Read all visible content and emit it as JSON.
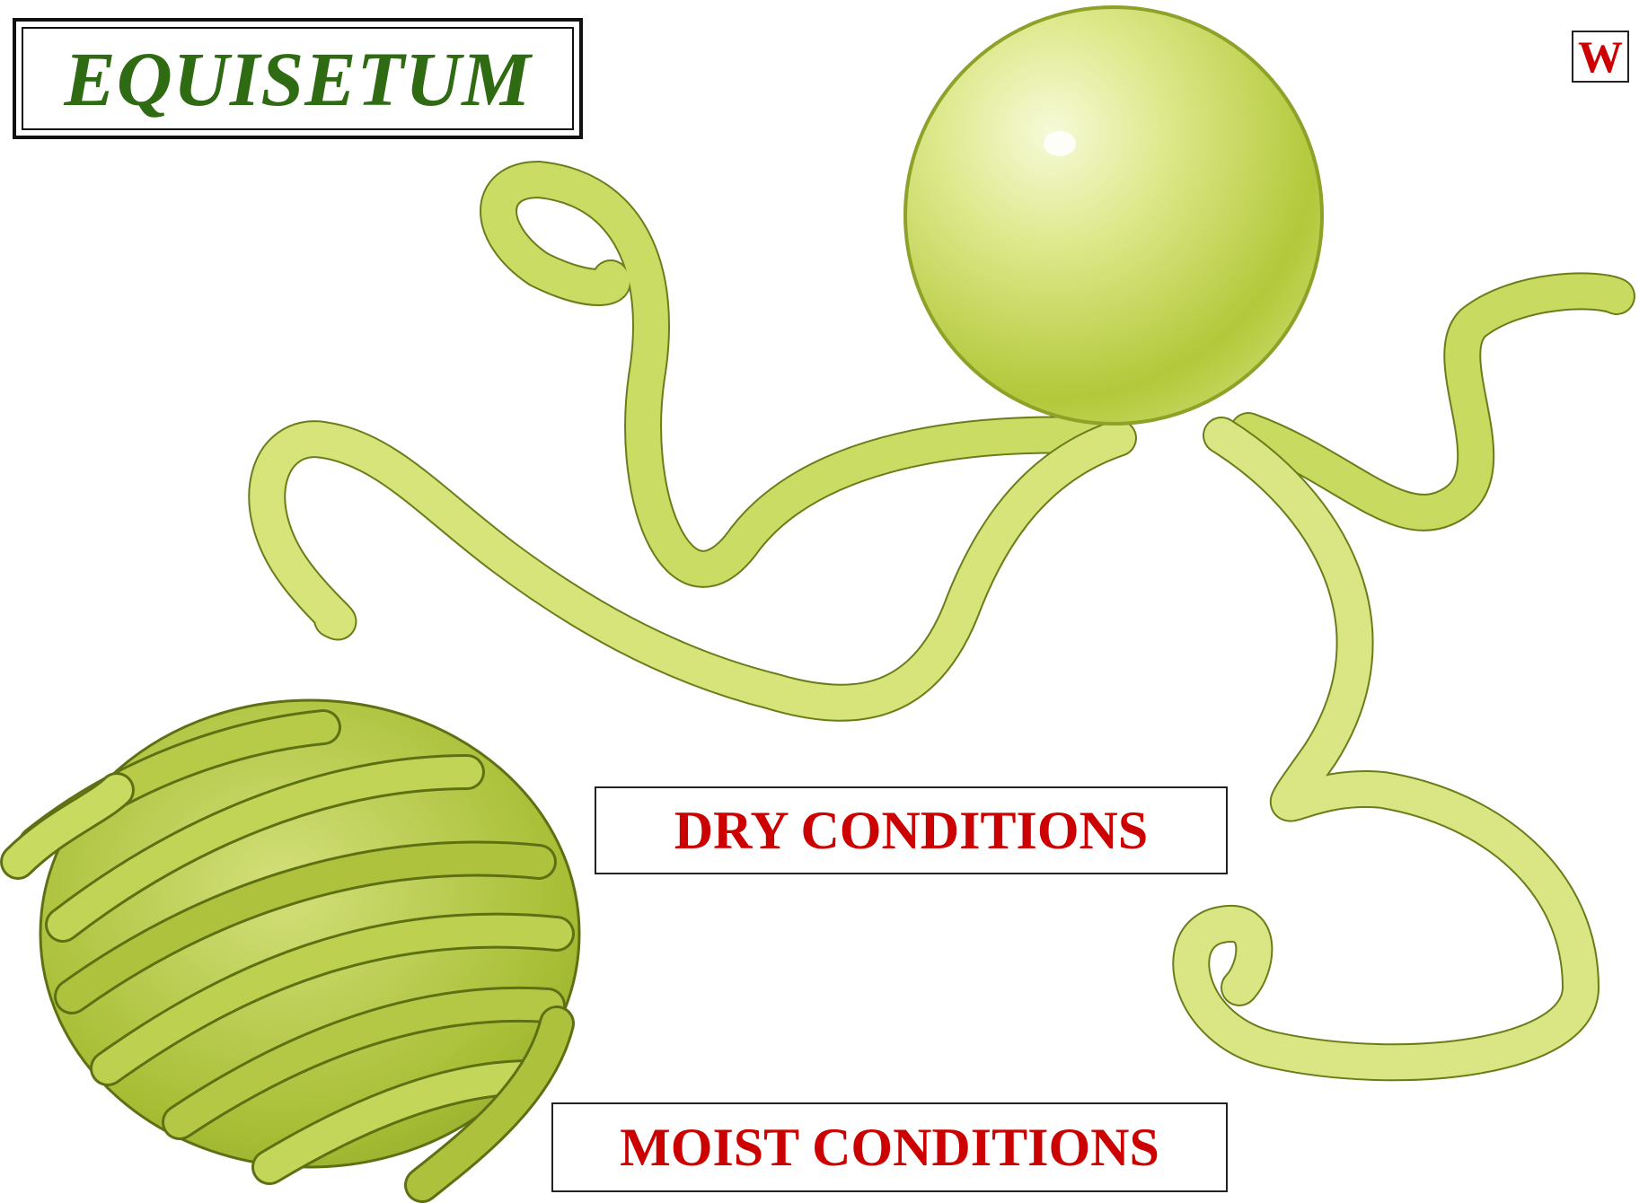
{
  "title": "EQUISETUM",
  "logo_letter": "W",
  "labels": {
    "dry": "DRY CONDITIONS",
    "moist": "MOIST CONDITIONS"
  },
  "colors": {
    "title": "#2e6b12",
    "label_text": "#cc0000",
    "spore_light": "#e8efa0",
    "spore_dark": "#a9bf2a",
    "elater": "#c7d85c"
  }
}
